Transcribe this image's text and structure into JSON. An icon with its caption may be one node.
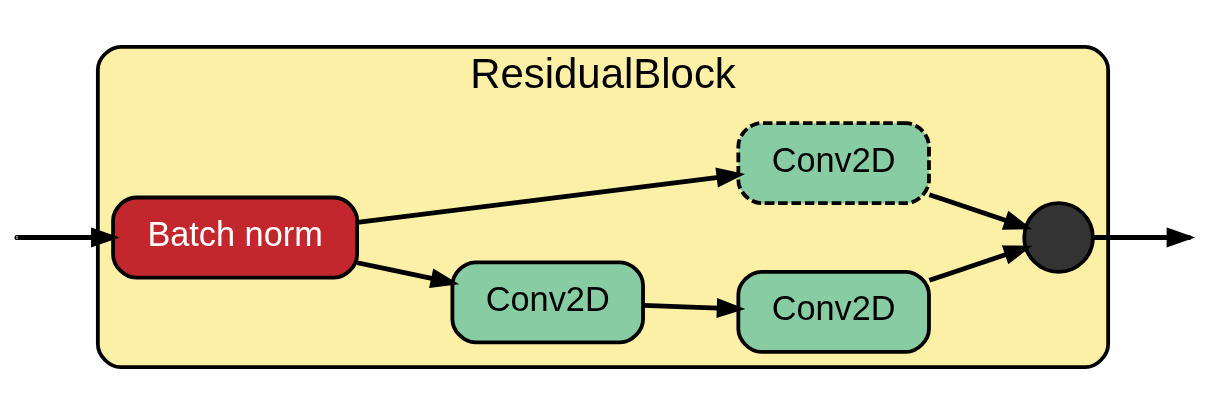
{
  "diagram": {
    "nodes": [
      {
        "text": [
          "ResidualBlock"
        ]
      },
      {
        "text": [
          "Batch norm"
        ],
        "in": 0
      },
      {
        "text": [
          "Conv2D"
        ],
        "in": 0
      },
      {
        "text": [
          "Conv2D"
        ],
        "in": 0
      },
      {
        "text": [
          "Conv2D"
        ],
        "in": 0
      },
      {
        "text": [],
        "shape": "circle",
        "in": 0
      }
    ],
    "edges": [
      {
        "from": null,
        "to": 1,
        "arrow": "to"
      },
      {
        "from": 1,
        "to": 2,
        "arrow": "to"
      },
      {
        "from": 2,
        "to": 3,
        "arrow": "to"
      },
      {
        "from": 3,
        "to": 5,
        "arrow": "to"
      },
      {
        "from": 1,
        "to": 4,
        "arrow": "to"
      },
      {
        "from": 4,
        "to": 5,
        "arrow": "to"
      },
      {
        "from": 5,
        "to": null,
        "arrow": "to"
      }
    ]
  }
}
